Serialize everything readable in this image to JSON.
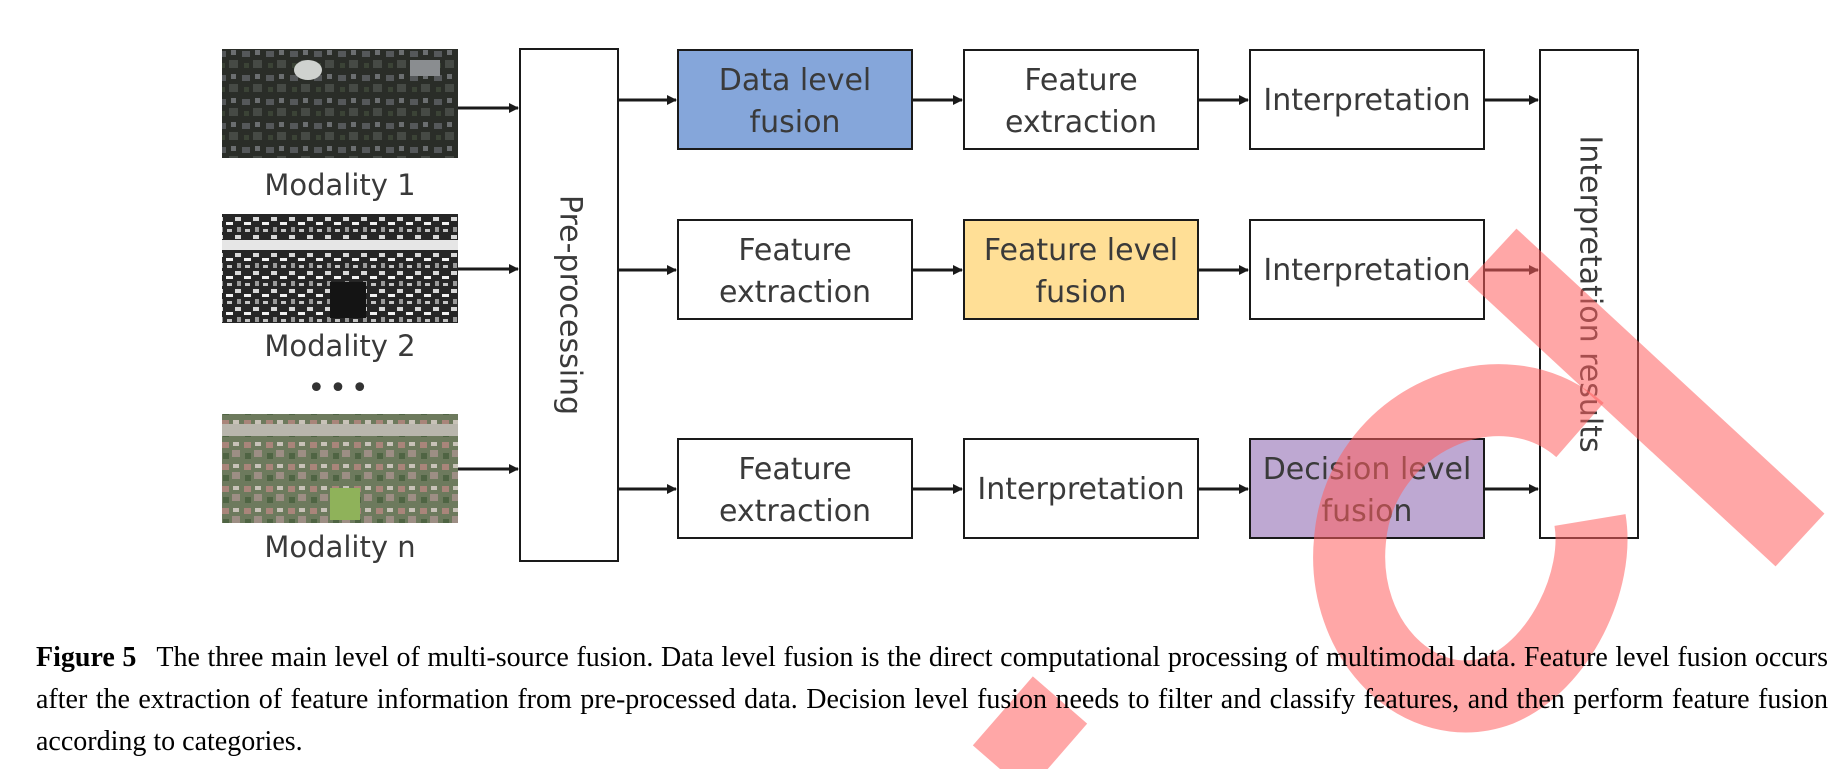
{
  "modalities": [
    {
      "label": "Modality 1"
    },
    {
      "label": "Modality 2"
    },
    {
      "label": "Modality n"
    }
  ],
  "ellipsis": "•••",
  "preprocessing": {
    "label": "Pre-processing"
  },
  "rows": [
    {
      "boxes": [
        {
          "lines": [
            "Data level",
            "fusion"
          ],
          "fill": "#85a6da"
        },
        {
          "lines": [
            "Feature",
            "extraction"
          ],
          "fill": "#ffffff"
        },
        {
          "lines": [
            "Interpretation"
          ],
          "fill": "#ffffff"
        }
      ]
    },
    {
      "boxes": [
        {
          "lines": [
            "Feature",
            "extraction"
          ],
          "fill": "#ffffff"
        },
        {
          "lines": [
            "Feature level",
            "fusion"
          ],
          "fill": "#ffdf96"
        },
        {
          "lines": [
            "Interpretation"
          ],
          "fill": "#ffffff"
        }
      ]
    },
    {
      "boxes": [
        {
          "lines": [
            "Feature",
            "extraction"
          ],
          "fill": "#ffffff"
        },
        {
          "lines": [
            "Interpretation"
          ],
          "fill": "#ffffff"
        },
        {
          "lines": [
            "Decision level",
            "fusion"
          ],
          "fill": "#bea8d2"
        }
      ]
    }
  ],
  "results": {
    "label": "Interpretation results"
  },
  "caption": {
    "figure_label": "Figure 5",
    "text": "The three main level of multi-source fusion. Data level fusion is the direct computational processing of multimodal data. Feature level fusion occurs after the extraction of feature information from pre-processed data. Decision level fusion needs to filter and classify features, and then perform feature fusion according to categories."
  },
  "colors": {
    "data_level_fusion": "#85a6da",
    "feature_level_fusion": "#ffdf96",
    "decision_level_fusion": "#bea8d2",
    "watermark": "#ff5f5f"
  }
}
